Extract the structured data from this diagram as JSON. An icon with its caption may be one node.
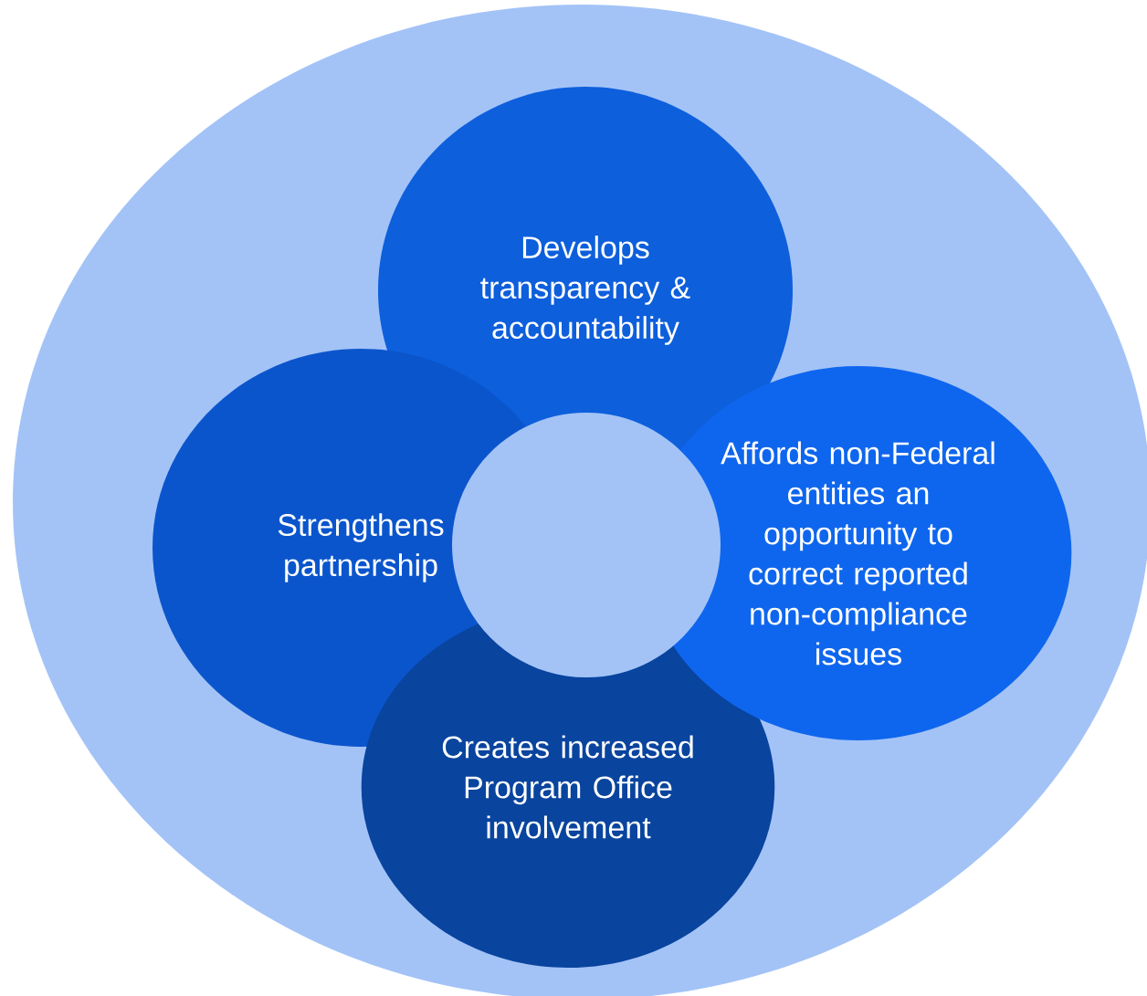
{
  "diagram": {
    "nodes": [
      {
        "text": [],
        "shape": "circle"
      },
      {
        "text": [
          "Develops transparency & accountability"
        ],
        "in": 0
      },
      {
        "text": [
          "Strengthens partnership"
        ],
        "in": 0
      },
      {
        "text": [
          "Creates increased Program Office involvement"
        ],
        "in": 0
      },
      {
        "text": [
          "Affords non-Federal entities an opportunity to correct reported non-compliance issues"
        ],
        "in": 0
      },
      {
        "text": [],
        "shape": "circle",
        "in": 0
      }
    ]
  }
}
